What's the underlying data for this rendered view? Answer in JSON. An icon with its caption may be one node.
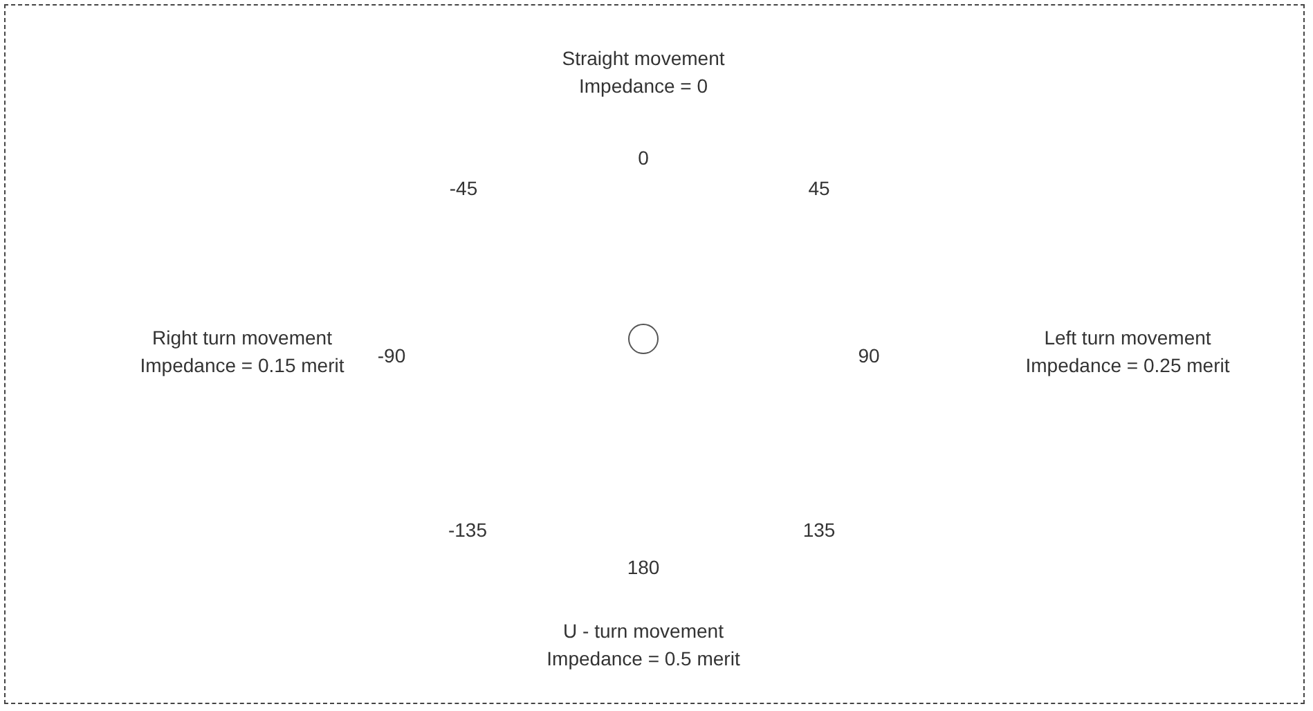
{
  "diagram": {
    "nodes": [
      {
        "text": [],
        "shape": "circle"
      }
    ],
    "labels": [
      "Straight movement",
      "Impedance = 0",
      "0",
      "-45",
      "45",
      "Right turn movement",
      "Impedance = 0.15 merit",
      "-90",
      "90",
      "Left turn movement",
      "Impedance = 0.25 merit",
      "-135",
      "135",
      "180",
      "U - turn movement",
      "Impedance = 0.5 merit"
    ]
  }
}
